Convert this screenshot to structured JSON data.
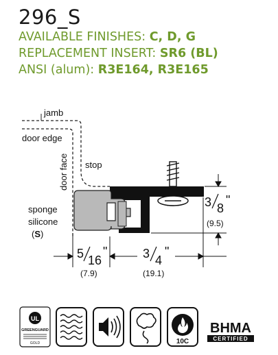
{
  "header": {
    "model": "296_S",
    "finishes_label": "AVAILABLE FINISHES: ",
    "finishes_value": "C, D, G",
    "insert_label": "REPLACEMENT INSERT: ",
    "insert_value": "SR6 (BL)",
    "ansi_label": "ANSI (alum): ",
    "ansi_value": "R3E164, R3E165"
  },
  "diagram": {
    "labels": {
      "jamb": "jamb",
      "door_edge": "door edge",
      "door_face": "door face",
      "stop": "stop",
      "sponge": "sponge",
      "silicone": "silicone",
      "silicone_code_open": "(",
      "silicone_code": "S",
      "silicone_code_close": ")"
    },
    "dimensions": {
      "height_num": "3",
      "height_den": "8",
      "height_unit": "\"",
      "height_mm": "(9.5)",
      "width1_num": "5",
      "width1_den": "16",
      "width1_unit": "\"",
      "width1_mm": "(7.9)",
      "width2_num": "3",
      "width2_den": "4",
      "width2_unit": "\"",
      "width2_mm": "(19.1)"
    }
  },
  "certifications": {
    "greenguard_text": "GREENGUARD",
    "greenguard_sub": "GOLD",
    "fire_rating": "10C",
    "bhma_title": "BHMA",
    "bhma_sub": "CERTIFIED",
    "colors": {
      "stroke": "#111111",
      "bg": "#ffffff"
    }
  },
  "colors": {
    "accent_green": "#6f9a2c",
    "seal_gray": "#b9b9b9",
    "profile_black": "#111111"
  }
}
